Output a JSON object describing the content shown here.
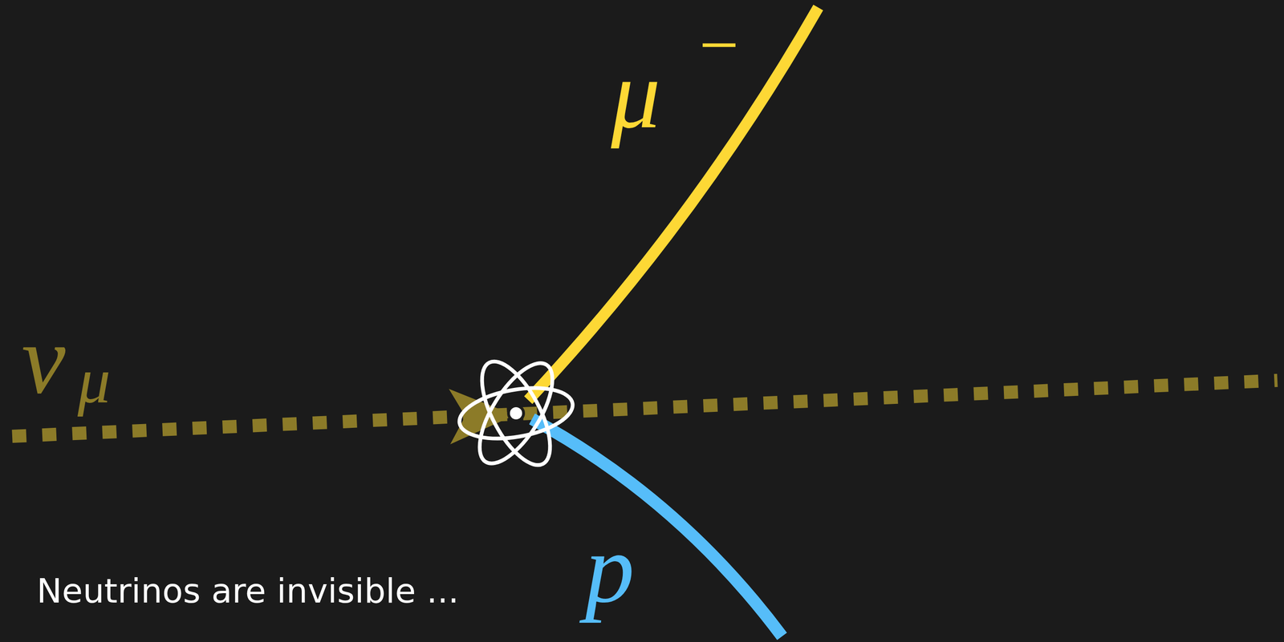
{
  "diagram": {
    "labels": [
      "ν",
      "μ",
      "μ",
      "−",
      "p",
      "Neutrinos are invisible ..."
    ]
  }
}
